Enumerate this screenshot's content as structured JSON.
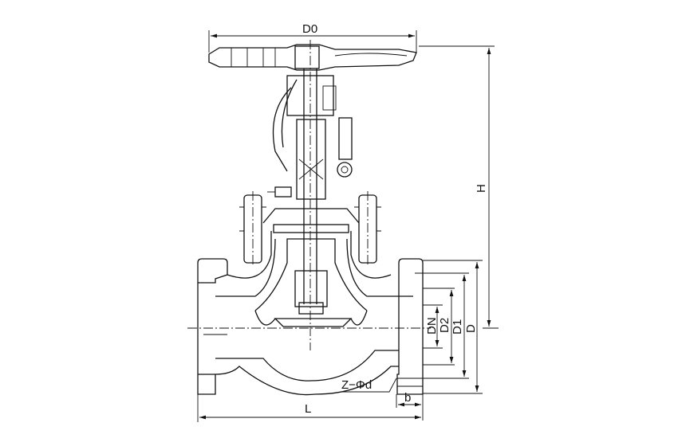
{
  "title": "Globe valve dimension drawing",
  "labels": {
    "D0": "D0",
    "H": "H",
    "DN": "DN",
    "D2": "D2",
    "D1": "D1",
    "D": "D",
    "Z_phi_d": "Z−Φd",
    "L": "L",
    "b": "b"
  }
}
